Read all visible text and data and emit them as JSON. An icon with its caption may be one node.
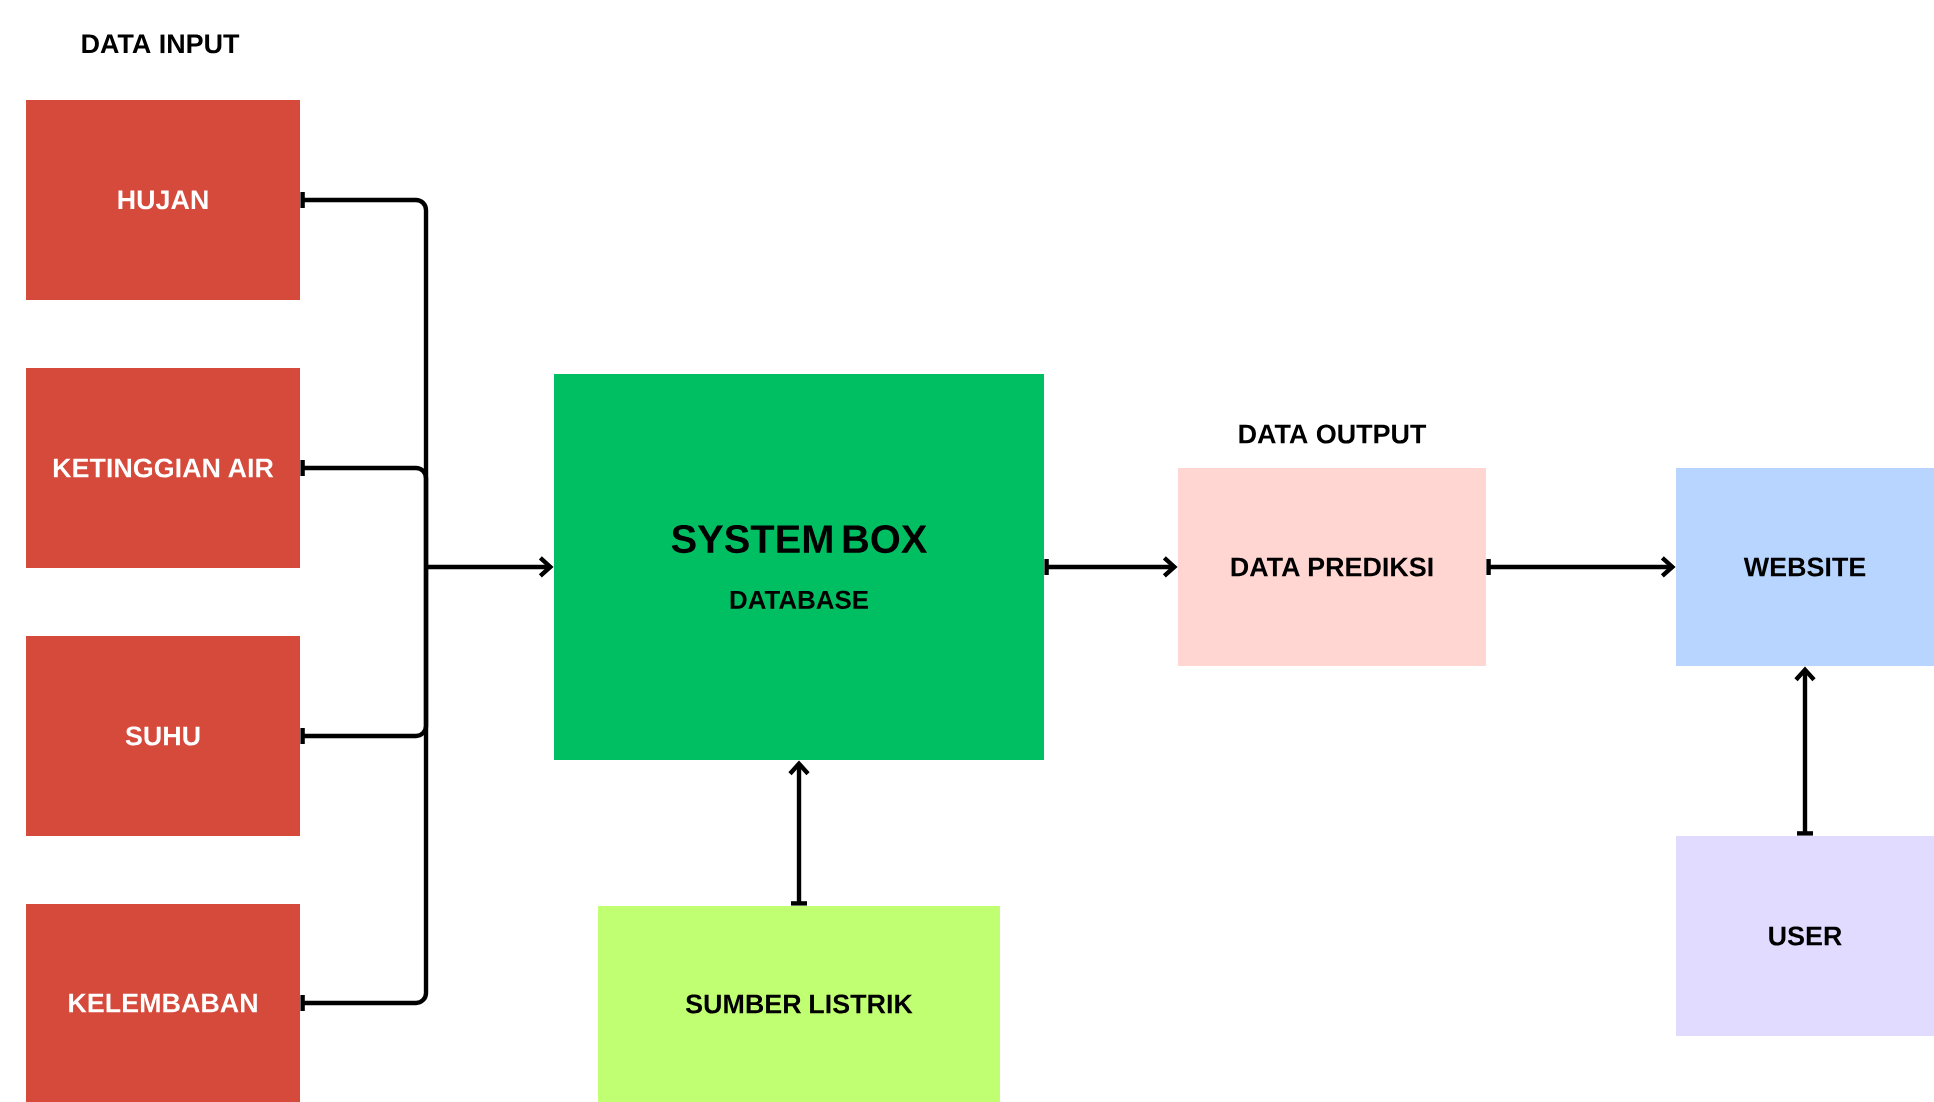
{
  "diagram": {
    "nodes": [
      {
        "text": [
          "HUJAN"
        ]
      },
      {
        "text": [
          "KETINGGIAN AIR"
        ]
      },
      {
        "text": [
          "SUHU"
        ]
      },
      {
        "text": [
          "KELEMBABAN"
        ]
      },
      {
        "text": [
          "SYSTEM BOX",
          "DATABASE"
        ]
      },
      {
        "text": [
          "DATA OUTPUT",
          "DATA PREDIKSI"
        ]
      },
      {
        "text": [
          "SUMBER LISTRIK"
        ]
      },
      {
        "text": [
          "WEBSITE"
        ]
      },
      {
        "text": [
          "USER"
        ]
      }
    ],
    "edges": [
      {
        "from": 0,
        "to": 4,
        "arrow": "to"
      },
      {
        "from": 1,
        "to": 4,
        "arrow": "to"
      },
      {
        "from": 2,
        "to": 4,
        "arrow": "to"
      },
      {
        "from": 3,
        "to": 4,
        "arrow": "to"
      },
      {
        "from": 4,
        "to": 5,
        "arrow": "to"
      },
      {
        "from": 5,
        "to": 7,
        "arrow": "to"
      },
      {
        "from": 6,
        "to": 4,
        "arrow": "to"
      },
      {
        "from": 8,
        "to": 7,
        "arrow": "to"
      }
    ],
    "labels": [
      "DATA INPUT"
    ]
  }
}
